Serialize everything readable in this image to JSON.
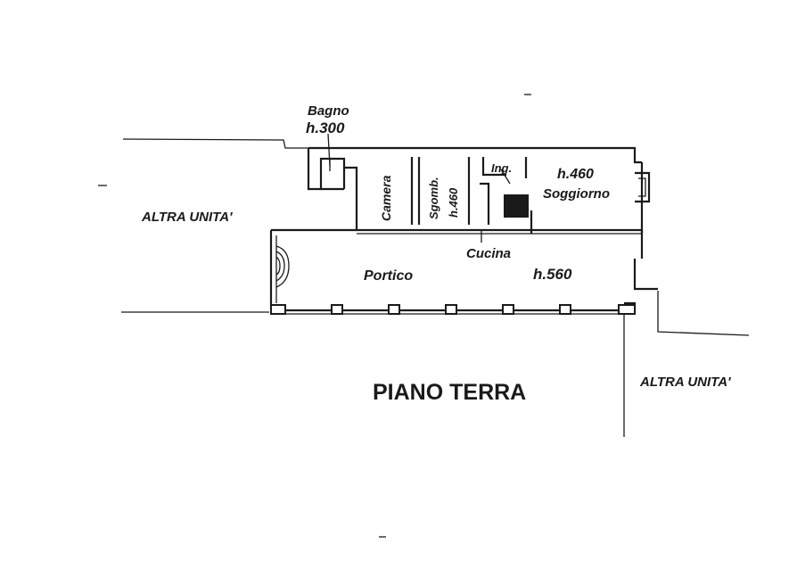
{
  "plan": {
    "floor_title": "PIANO TERRA",
    "neighbors": {
      "left": "ALTRA UNITA'",
      "right": "ALTRA UNITA'"
    },
    "rooms": {
      "bagno": {
        "name": "Bagno",
        "height": "h.300"
      },
      "camera": {
        "name": "Camera"
      },
      "ripostiglio": {
        "name": "Sgomb.",
        "height": "h.460"
      },
      "ingresso": {
        "name": "Ing."
      },
      "soggiorno": {
        "name": "Soggiorno",
        "height": "h.460"
      },
      "cucina": {
        "name": "Cucina"
      },
      "portico": {
        "name": "Portico",
        "height": "h.560"
      }
    }
  }
}
